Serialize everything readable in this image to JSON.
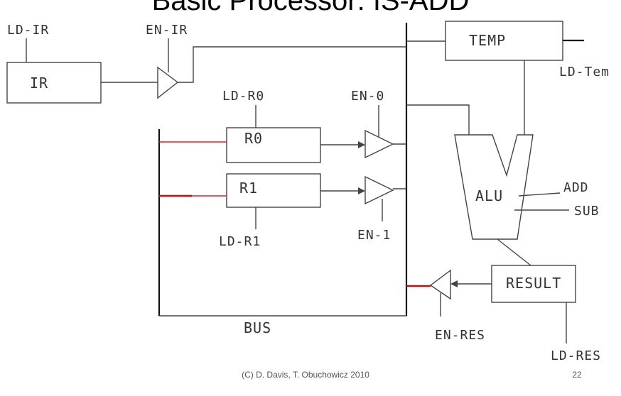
{
  "slide": {
    "title": "Basic Processor: IS-ADD",
    "footer": "(C) D. Davis, T. Obuchowicz 2010",
    "page_number": "22"
  },
  "labels": {
    "ld_ir": "LD-IR",
    "en_ir": "EN-IR",
    "ir": "IR",
    "temp": "TEMP",
    "ld_temp": "LD-Tem",
    "ld_r0": "LD-R0",
    "en_0": "EN-0",
    "r0": "R0",
    "r1": "R1",
    "ld_r1": "LD-R1",
    "en_1": "EN-1",
    "alu": "ALU",
    "add": "ADD",
    "sub": "SUB",
    "result": "RESULT",
    "en_res": "EN-RES",
    "ld_res": "LD-RES",
    "bus": "BUS"
  }
}
